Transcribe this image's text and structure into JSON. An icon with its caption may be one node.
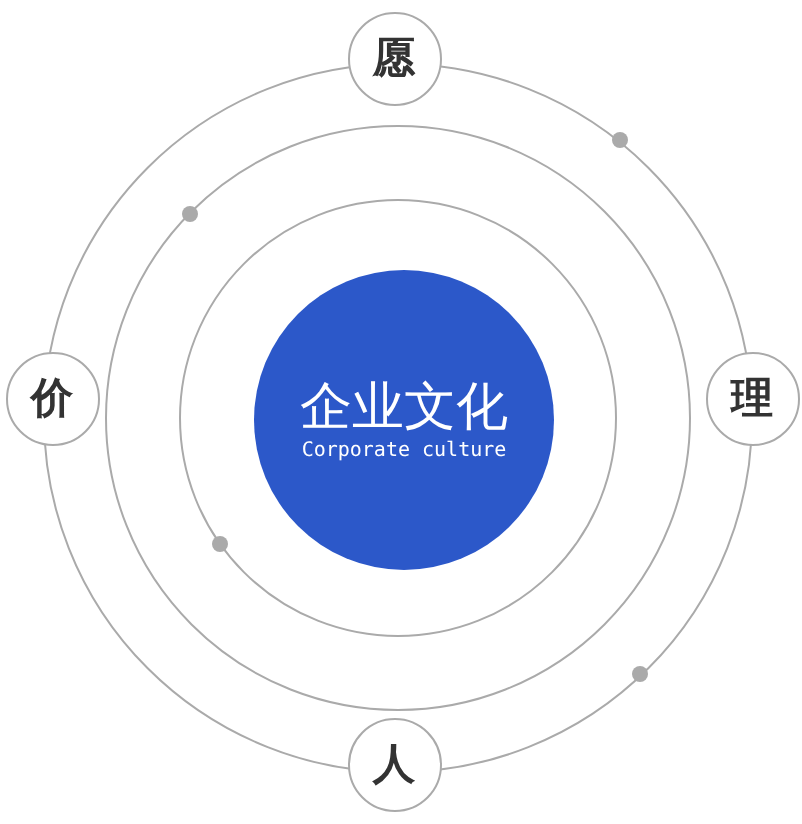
{
  "diagram": {
    "nodes": [
      {
        "text": [
          "企业文化",
          "Corporate culture"
        ]
      },
      {
        "text": [
          "愿"
        ]
      },
      {
        "text": [
          "理"
        ]
      },
      {
        "text": [
          "价"
        ]
      },
      {
        "text": [
          "人"
        ]
      }
    ]
  }
}
